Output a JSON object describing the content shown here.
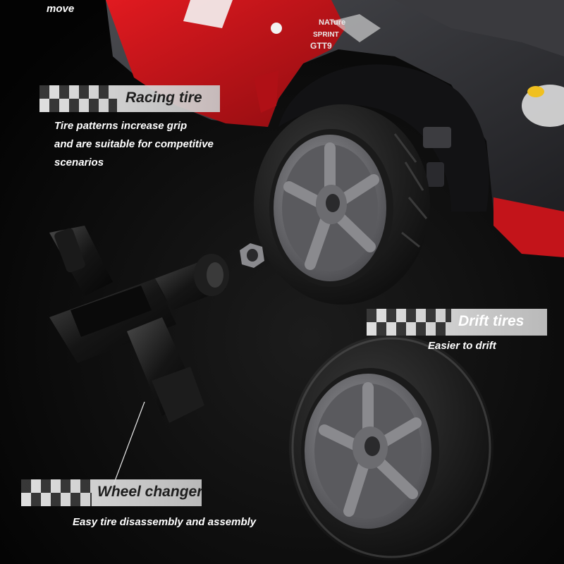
{
  "colors": {
    "car_red": "#d8141a",
    "car_dark": "#2a2a2e",
    "banner_bg": "#e6e6e6",
    "text_white": "#ffffff",
    "label_text": "#1e1e1e"
  },
  "car_decals": {
    "move_text": "move",
    "nature_text": "NATure",
    "sprint_text": "SPRINT",
    "model_text": "GTT9"
  },
  "callouts": {
    "racing_tire": {
      "title": "Racing tire",
      "lines": [
        "Tire patterns increase grip",
        "and are suitable for competitive",
        "scenarios"
      ]
    },
    "drift_tires": {
      "title": "Drift tires",
      "lines": [
        "Easier to drift"
      ]
    },
    "wheel_changer": {
      "title": "Wheel changer",
      "lines": [
        "Easy tire disassembly and assembly"
      ]
    }
  }
}
